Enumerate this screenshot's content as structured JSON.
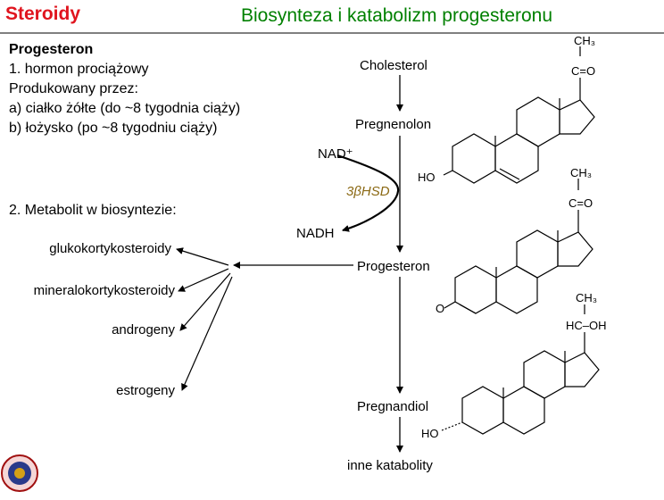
{
  "header": {
    "brand": "Steroidy",
    "title": "Biosynteza i katabolizm progesteronu"
  },
  "left_text": {
    "heading": "Progesteron",
    "line1": "1. hormon prociążowy",
    "line2": "Produkowany przez:",
    "line3": "a)  ciałko żółte (do ~8 tygodnia ciąży)",
    "line4": "b)  łożysko (po ~8 tygodniu ciąży)",
    "line5": "2. Metabolit w biosyntezie:"
  },
  "metabolites": [
    "glukokortykosteroidy",
    "mineralokortykosteroidy",
    "androgeny",
    "estrogeny"
  ],
  "pathway": {
    "cholesterol": "Cholesterol",
    "pregnenolon": "Pregnenolon",
    "progesteron": "Progesteron",
    "pregnandiol": "Pregnandiol",
    "inne": "inne katabolity",
    "nad_plus": "NAD⁺",
    "nadh": "NADH",
    "enzyme": "3βHSD"
  },
  "structures": {
    "ch3": "CH₃",
    "co": "C=O",
    "ho": "HO",
    "o": "O",
    "hc_oh": "HC–OH"
  },
  "colors": {
    "brand_red": "#e0141e",
    "title_green": "#008000",
    "enzyme_brown": "#8b6914"
  }
}
